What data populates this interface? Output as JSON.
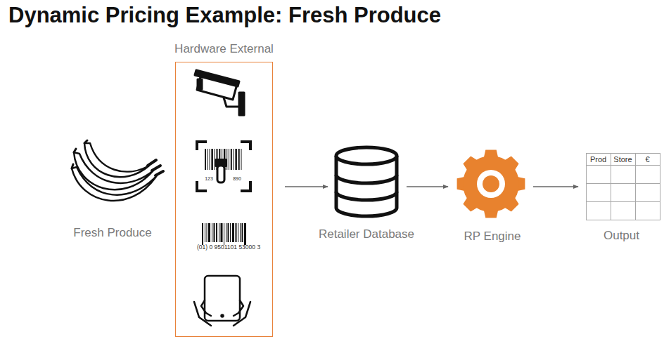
{
  "diagram": {
    "title": "Dynamic Pricing Example: Fresh Produce",
    "nodes": [
      {
        "text": [
          "Fresh Produce"
        ]
      },
      {
        "text": [
          "Hardware External"
        ]
      },
      {
        "text": [
          "Retailer Database"
        ]
      },
      {
        "text": [
          "RP Engine"
        ]
      },
      {
        "text": [
          "Output"
        ]
      }
    ],
    "edges": [
      {
        "from": 1,
        "to": 2,
        "arrow": "to"
      },
      {
        "from": 2,
        "to": 3,
        "arrow": "to"
      },
      {
        "from": 3,
        "to": 4,
        "arrow": "to"
      }
    ],
    "labels": [
      "123",
      "890",
      "(01) 0 9501101 53000 3",
      "Prod",
      "Store",
      "€"
    ]
  }
}
